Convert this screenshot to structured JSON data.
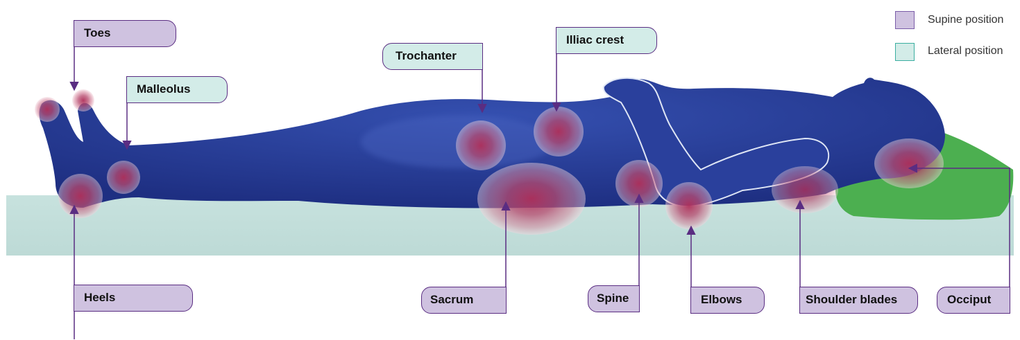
{
  "legend": {
    "items": [
      {
        "label": "Supine position",
        "color": "#cfc2e0",
        "border": "#7a5ca8"
      },
      {
        "label": "Lateral position",
        "color": "#d3ece8",
        "border": "#3aaea0"
      }
    ]
  },
  "labels": {
    "toes": "Toes",
    "malleolus": "Malleolus",
    "trochanter": "Trochanter",
    "illiac_crest": "Illiac crest",
    "heels": "Heels",
    "sacrum": "Sacrum",
    "spine": "Spine",
    "elbows": "Elbows",
    "shoulder_blades": "Shoulder blades",
    "occiput": "Occiput"
  },
  "colors": {
    "body": "#233a94",
    "mattress": "#c3dfdb",
    "pillow": "#4caf50",
    "pressure_spot": "#b0305a",
    "leader_line": "#5a2d82"
  }
}
